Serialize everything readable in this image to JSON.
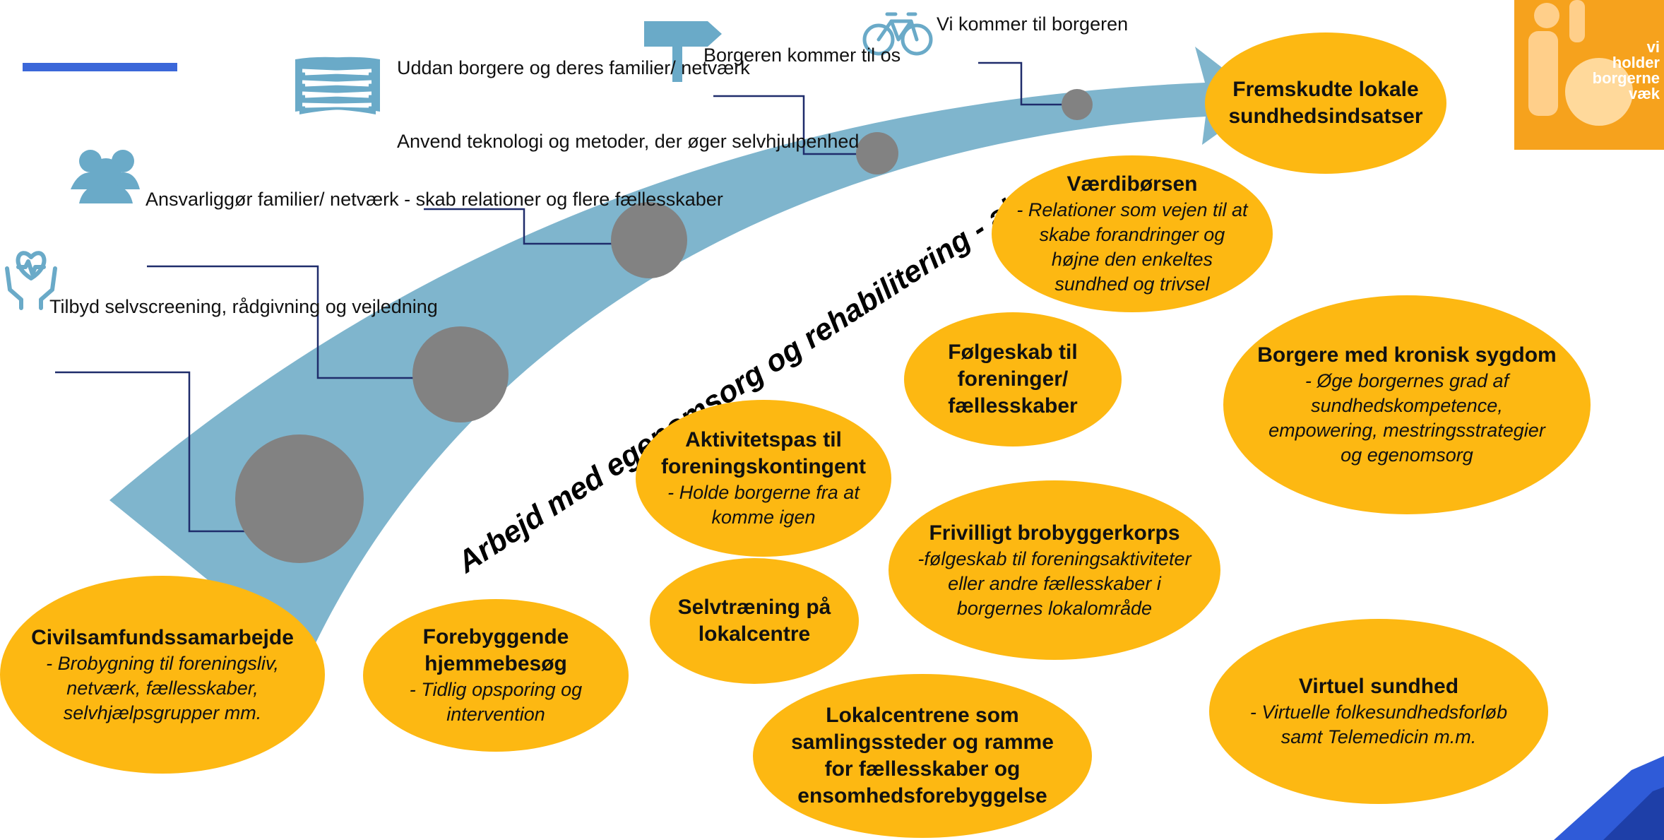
{
  "colors": {
    "arrow": "#7FB5CD",
    "step_circle": "#828282",
    "leader_line": "#1F2C6B",
    "bubble": "#FDB812",
    "icon": "#6AAAC8",
    "brand_box": "#F6A21D",
    "blue_accent": "#3B67D9"
  },
  "arc_text": "Arbejd med egenomsorg og rehabilitering - altid",
  "steps": [
    {
      "icon": "heart-hands-icon",
      "label": "Tilbyd selvscreening,\nrådgivning og\nvejledning"
    },
    {
      "icon": "people-icon",
      "label": "Ansvarliggør familier/\nnetværk - skab relationer\nog flere fællesskaber"
    },
    {
      "icon": "",
      "label": "Anvend teknologi og\nmetoder, der øger\nselvhjulpenhed"
    },
    {
      "icon": "open-book-icon",
      "label": "Uddan borgere og\nderes familier/ netværk"
    },
    {
      "icon": "signpost-icon",
      "label": "Borgeren\nkommer til os"
    },
    {
      "icon": "bicycle-icon",
      "label": "Vi kommer\ntil borgeren"
    }
  ],
  "bubbles": [
    {
      "title": "Fremskudte lokale\nsundhedsindsatser",
      "desc": ""
    },
    {
      "title": "Værdibørsen",
      "desc": "- Relationer som vejen til at\nskabe forandringer og\nhøjne den enkeltes\nsundhed og trivsel"
    },
    {
      "title": "Følgeskab til\nforeninger/\nfællesskaber",
      "desc": ""
    },
    {
      "title": "Borgere med kronisk sygdom",
      "desc": "- Øge borgernes grad af\nsundhedskompetence,\nempowering, mestringsstrategier\nog egenomsorg"
    },
    {
      "title": "Aktivitetspas til\nforeningskontingent",
      "desc": "- Holde borgerne fra at\nkomme igen"
    },
    {
      "title": "Frivilligt brobyggerkorps",
      "desc": "-følgeskab til foreningsaktiviteter\neller andre fællesskaber i\nborgernes lokalområde"
    },
    {
      "title": "Selvtræning på\nlokalcentre",
      "desc": ""
    },
    {
      "title": "Civilsamfundssamarbejde",
      "desc": "- Brobygning til foreningsliv,\nnetværk, fællesskaber,\nselvhjælpsgrupper mm."
    },
    {
      "title": "Forebyggende\nhjemmebesøg",
      "desc": "- Tidlig opsporing og\nintervention"
    },
    {
      "title": "Virtuel sundhed",
      "desc": "- Virtuelle folkesundhedsforløb\nsamt Telemedicin m.m."
    },
    {
      "title": "Lokalcentrene som\nsamlingssteder og ramme\nfor fællesskaber og\nensomhedsforebyggelse",
      "desc": ""
    }
  ],
  "brand": {
    "text": "vi\nholder\nborgerne\nvæk"
  }
}
